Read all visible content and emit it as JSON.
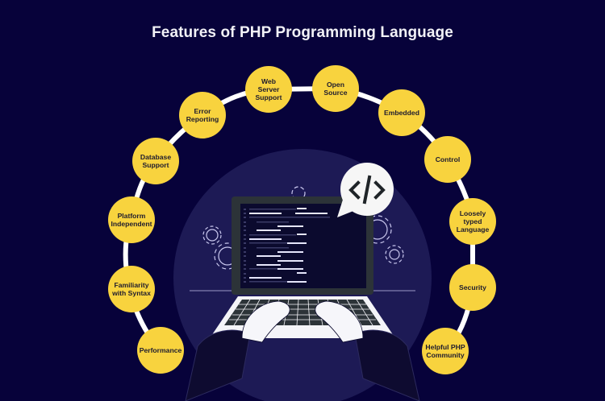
{
  "title": "Features of PHP Programming Language",
  "colors": {
    "background": "#07023a",
    "node_fill": "#f8d33e",
    "node_text": "#1e1b2e",
    "arc": "#ffffff",
    "backdrop_circle": "#1d1a55",
    "laptop_frame": "#2c3338",
    "screen": "#0b0a2e"
  },
  "center_icon": "code-brackets-icon",
  "features": {
    "web_server_support": "Web\nServer\nSupport",
    "open_source": "Open\nSource",
    "error_reporting": "Error\nReporting",
    "embedded": "Embedded",
    "database_support": "Database\nSupport",
    "control": "Control",
    "platform_independent": "Platform\nIndependent",
    "loosely_typed_language": "Loosely\ntyped\nLanguage",
    "familiarity_with_syntax": "Familiarity\nwith Syntax",
    "security": "Security",
    "performance": "Performance",
    "helpful_php_community": "Helpful PHP\nCommunity"
  }
}
